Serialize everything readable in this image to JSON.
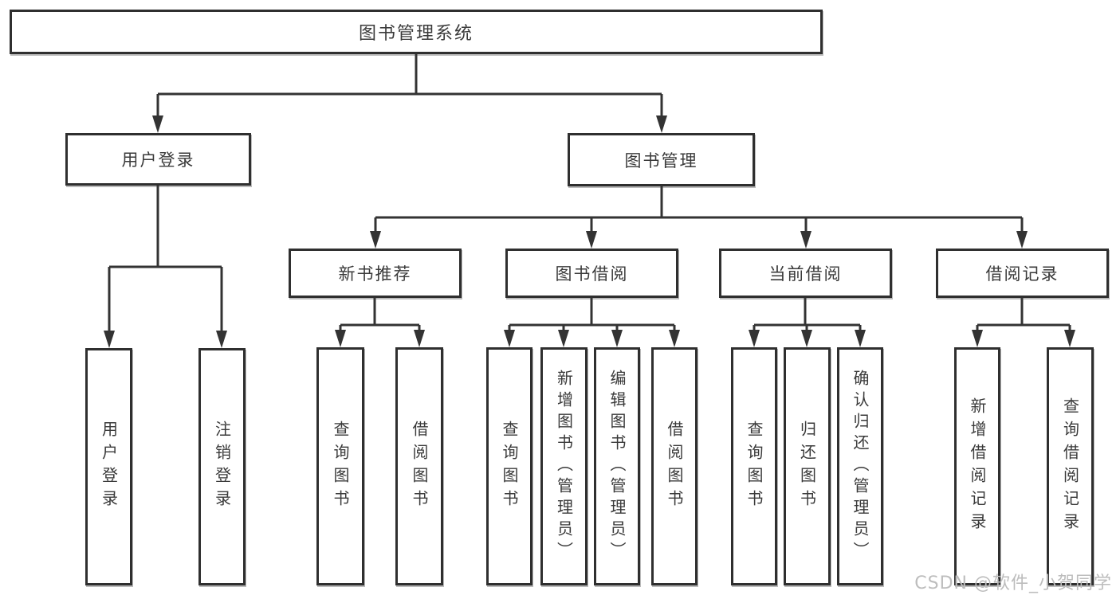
{
  "diagram_title": "图书管理系统",
  "nodes": {
    "root": "图书管理系统",
    "user_login": "用户登录",
    "book_mgmt": "图书管理",
    "new_book_rec": "新书推荐",
    "book_borrow": "图书借阅",
    "current_borrow": "当前借阅",
    "borrow_records": "借阅记录",
    "leaf_user_login": "用户登录",
    "leaf_logout": "注销登录",
    "leaf_rec_query_books": "查询图书",
    "leaf_rec_borrow_books": "借阅图书",
    "leaf_bb_query_books": "查询图书",
    "leaf_bb_add_books": "新增图书（管理员）",
    "leaf_bb_edit_books": "编辑图书（管理员）",
    "leaf_bb_borrow_books": "借阅图书",
    "leaf_cb_query_books": "查询图书",
    "leaf_cb_return_books": "归还图书",
    "leaf_cb_confirm_return": "确认归还（管理员）",
    "leaf_br_add_record": "新增借阅记录",
    "leaf_br_query_record": "查询借阅记录"
  },
  "watermark": "CSDN @软件_小贺同学",
  "colors": {
    "line": "#333333",
    "box_border": "#2f2f2f",
    "text": "#3a3a3a",
    "watermark": "#bdbdbd",
    "background": "#ffffff"
  }
}
